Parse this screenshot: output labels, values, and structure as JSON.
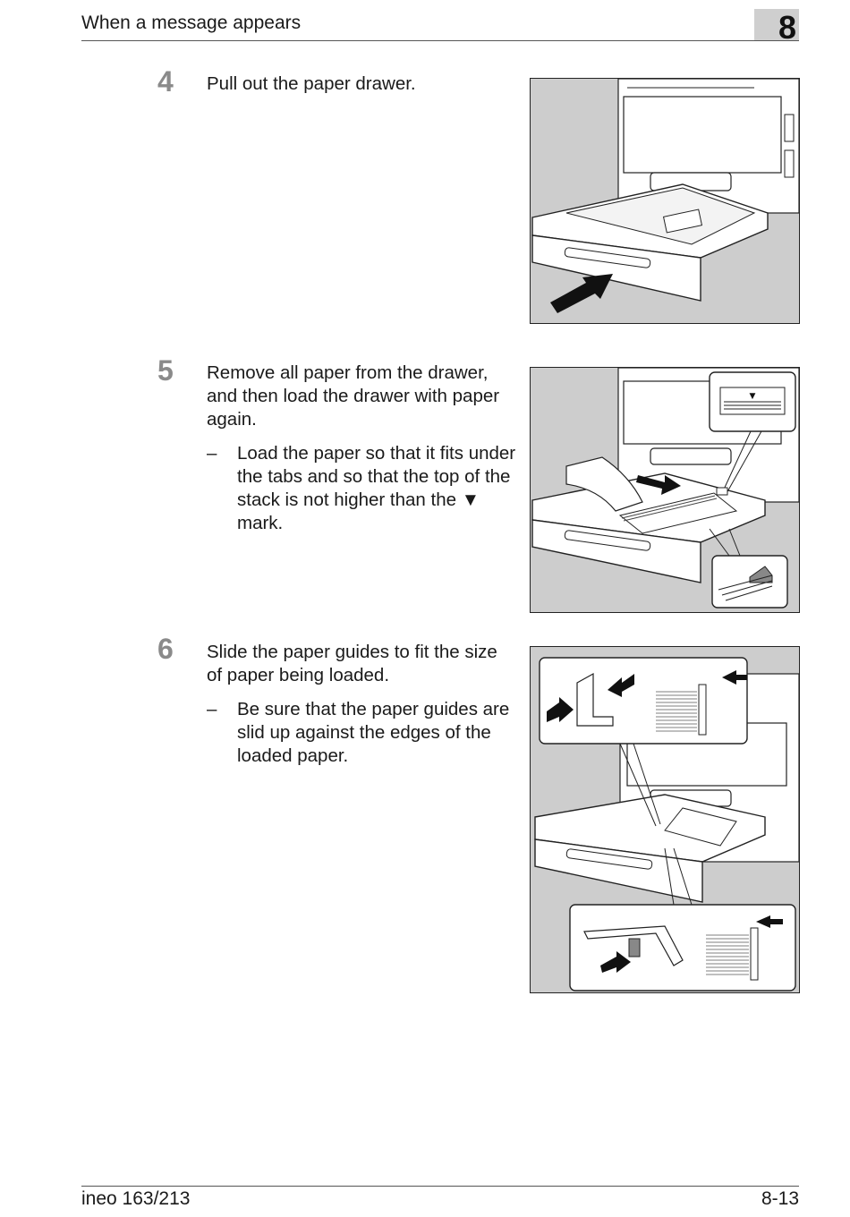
{
  "header": {
    "title": "When a message appears",
    "chapter": "8"
  },
  "steps": [
    {
      "number": "4",
      "text": "Pull out the paper drawer."
    },
    {
      "number": "5",
      "text": "Remove all paper from the drawer, and then load the drawer with paper again.",
      "sub": "Load the paper so that it fits under the tabs and so that the top of the stack is not higher than the ▼ mark."
    },
    {
      "number": "6",
      "text": "Slide the paper guides to fit the size of paper being loaded.",
      "sub": "Be sure that the paper guides are slid up against the edges of the loaded paper."
    }
  ],
  "bullet": "–",
  "figures": {
    "fig4": {
      "icon": "pull-out-drawer-illustration"
    },
    "fig5": {
      "icon": "load-paper-illustration",
      "mark": "▼"
    },
    "fig6": {
      "icon": "paper-guides-illustration"
    }
  },
  "footer": {
    "model": "ineo 163/213",
    "page": "8-13"
  }
}
